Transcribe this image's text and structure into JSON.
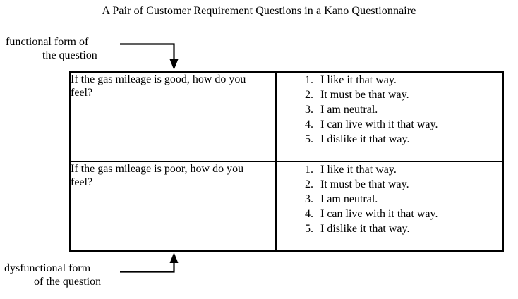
{
  "figure": {
    "title": "A Pair of Customer Requirement Questions in a Kano Questionnaire",
    "background_color": "#ffffff",
    "line_color": "#000000"
  },
  "annotations": {
    "functional": {
      "line1": "functional form of",
      "line2": "the question",
      "arrow_direction": "down"
    },
    "dysfunctional": {
      "line1": "dysfunctional form",
      "line2": "of the question",
      "arrow_direction": "up"
    }
  },
  "table": {
    "rows": [
      {
        "question": "If the gas mileage is good, how do you feel?",
        "answers": [
          {
            "number": "1.",
            "text": "I like it that way."
          },
          {
            "number": "2.",
            "text": "It must be that way."
          },
          {
            "number": "3.",
            "text": "I am neutral."
          },
          {
            "number": "4.",
            "text": "I can live with it that way."
          },
          {
            "number": "5.",
            "text": "I dislike it that way."
          }
        ]
      },
      {
        "question": "If the gas mileage is poor, how do you feel?",
        "answers": [
          {
            "number": "1.",
            "text": "I like it that way."
          },
          {
            "number": "2.",
            "text": "It must be that way."
          },
          {
            "number": "3.",
            "text": "I am neutral."
          },
          {
            "number": "4.",
            "text": "I can live with it that way."
          },
          {
            "number": "5.",
            "text": "I dislike it that way."
          }
        ]
      }
    ]
  }
}
